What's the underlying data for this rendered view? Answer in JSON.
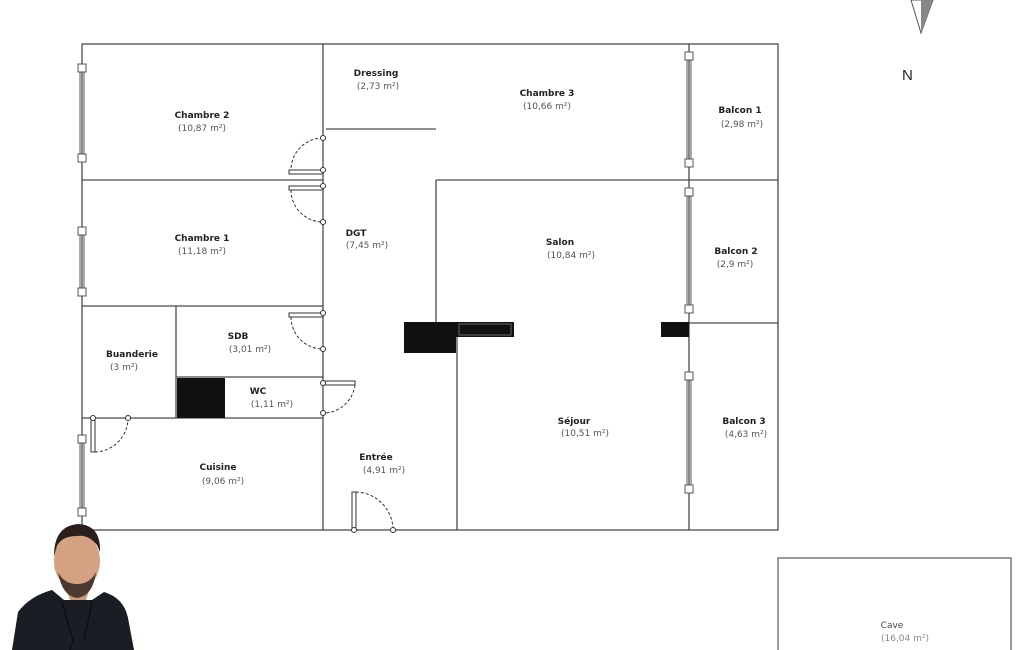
{
  "compass": {
    "label": "N"
  },
  "rooms": {
    "chambre2": {
      "name": "Chambre 2",
      "area": "(10,87 m²)"
    },
    "dressing": {
      "name": "Dressing",
      "area": "(2,73 m²)"
    },
    "chambre3": {
      "name": "Chambre 3",
      "area": "(10,66 m²)"
    },
    "balcon1": {
      "name": "Balcon 1",
      "area": "(2,98 m²)"
    },
    "chambre1": {
      "name": "Chambre 1",
      "area": "(11,18 m²)"
    },
    "dgt": {
      "name": "DGT",
      "area": "(7,45 m²)"
    },
    "salon": {
      "name": "Salon",
      "area": "(10,84 m²)"
    },
    "balcon2": {
      "name": "Balcon 2",
      "area": "(2,9 m²)"
    },
    "sdb": {
      "name": "SDB",
      "area": "(3,01 m²)"
    },
    "buanderie": {
      "name": "Buanderie",
      "area": "(3 m²)"
    },
    "wc": {
      "name": "WC",
      "area": "(1,11 m²)"
    },
    "sejour": {
      "name": "Séjour",
      "area": "(10,51 m²)"
    },
    "balcon3": {
      "name": "Balcon 3",
      "area": "(4,63 m²)"
    },
    "entree": {
      "name": "Entrée",
      "area": "(4,91 m²)"
    },
    "cuisine": {
      "name": "Cuisine",
      "area": "(9,06 m²)"
    },
    "cave": {
      "name": "Cave",
      "area": "(16,04 m²)"
    }
  }
}
